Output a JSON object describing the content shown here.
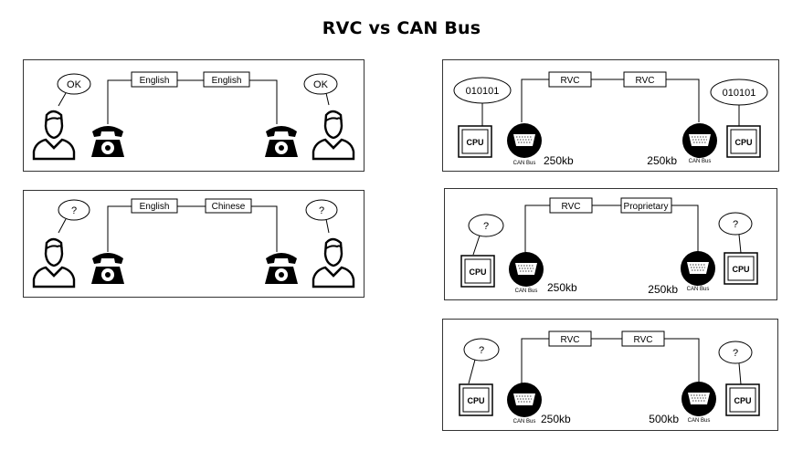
{
  "title": "RVC  vs CAN Bus",
  "chip_label": "CPU",
  "canbus_label": "CAN Bus",
  "phone_panels": [
    {
      "left_bubble": "OK",
      "right_bubble": "OK",
      "left_lang": "English",
      "right_lang": "English"
    },
    {
      "left_bubble": "?",
      "right_bubble": "?",
      "left_lang": "English",
      "right_lang": "Chinese"
    }
  ],
  "can_panels": [
    {
      "left_bubble": "010101",
      "right_bubble": "010101",
      "left_proto": "RVC",
      "right_proto": "RVC",
      "left_speed": "250kb",
      "right_speed": "250kb"
    },
    {
      "left_bubble": "?",
      "right_bubble": "?",
      "left_proto": "RVC",
      "right_proto": "Proprietary",
      "left_speed": "250kb",
      "right_speed": "250kb"
    },
    {
      "left_bubble": "?",
      "right_bubble": "?",
      "left_proto": "RVC",
      "right_proto": "RVC",
      "left_speed": "250kb",
      "right_speed": "500kb"
    }
  ]
}
